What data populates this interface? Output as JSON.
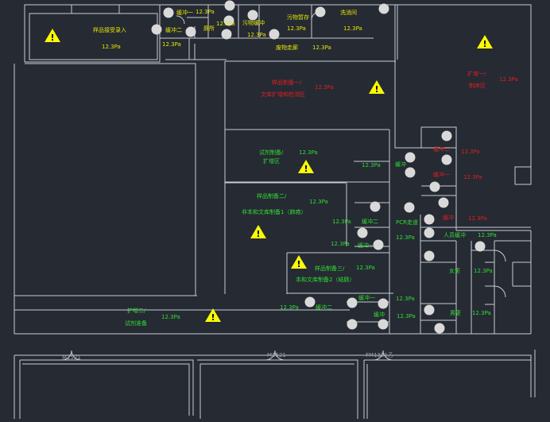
{
  "colors": {
    "background": "#252a33",
    "wall": "#c9ccd1",
    "yellow_text": "#e6e600",
    "green_text": "#33dd33",
    "red_text": "#e02020",
    "sensor": "#d9d9d9",
    "warning": "#ffff00"
  },
  "icons": {
    "warning": "warning-triangle-icon",
    "sensor": "pressure-sensor-icon"
  },
  "warning_glyph": "!",
  "doors": {
    "m1": "M1521",
    "m2": "M1521",
    "fm": "FM1321乙"
  },
  "rooms": {
    "sample_receive": {
      "name": "样品接受录入",
      "pressure": "12.3Pa"
    },
    "buffer1_top": {
      "name": "缓冲一",
      "pressure": "12.3Pa"
    },
    "buffer2_top": {
      "name": "缓冲二",
      "pressure": "12.3Pa"
    },
    "toilet": {
      "name": "厕所",
      "pressure": "12.3Pa"
    },
    "dirty_buffer": {
      "name": "污物缓冲",
      "pressure": "12.3Pa"
    },
    "dirty_store": {
      "name": "污物暂存",
      "pressure": "12.3Pa"
    },
    "wash": {
      "name": "洗消间",
      "pressure": "12.3Pa"
    },
    "waste_corridor": {
      "name": "废物走廊",
      "pressure": "12.3Pa"
    },
    "amplify1": {
      "name_line1": "扩增一/",
      "name_line2": "制序区",
      "pressure": "12.3Pa"
    },
    "sample_prep1": {
      "name_line1": "样品制备一/",
      "name_line2": "文库扩增和检测区",
      "pressure": "12.3Pa"
    },
    "reagent_prep": {
      "name_line1": "试剂制备/",
      "name_line2": "扩增区",
      "pressure": "12.3Pa"
    },
    "buffer_small": {
      "name": "缓冲",
      "pressure": "12.3Pa"
    },
    "buffer2_right": {
      "name": "缓冲二",
      "pressure": "12.3Pa"
    },
    "buffer1_right": {
      "name": "缓冲一",
      "pressure": "12.3Pa"
    },
    "sample_prep2": {
      "name_line1": "样品制备二/",
      "name_line2": "非本和文库制备1（肺癌）",
      "pressure": "12.3Pa"
    },
    "buffer2_mid": {
      "name": "缓冲二",
      "pressure": "12.3Pa"
    },
    "buffer1_mid": {
      "name": "缓冲一",
      "pressure": "12.3Pa"
    },
    "pcr_corridor": {
      "name": "PCR走道",
      "pressure": "12.3Pa"
    },
    "buffer_red": {
      "name": "缓冲",
      "pressure": "12.3Pa"
    },
    "staff_buffer": {
      "name": "人员缓冲",
      "pressure": "12.3Pa"
    },
    "sample_prep3": {
      "name_line1": "样品制备三/",
      "name_line2": "本和文库制备2（结肠）",
      "pressure": "12.3Pa"
    },
    "female_change": {
      "name": "女更",
      "pressure": "12.3Pa"
    },
    "amplify2": {
      "name_line1": "扩增二/",
      "name_line2": "试剂准备",
      "pressure": "12.3Pa"
    },
    "buffer2_low": {
      "name": "缓冲二",
      "pressure": "12.3Pa"
    },
    "buffer1_low": {
      "name": "缓冲一",
      "pressure": "12.3Pa"
    },
    "buffer_low": {
      "name": "缓冲",
      "pressure": "12.3Pa"
    },
    "corridor_low": {
      "pressure": "12.3Pa"
    },
    "male_change": {
      "name": "男更",
      "pressure": "12.3Pa"
    }
  }
}
